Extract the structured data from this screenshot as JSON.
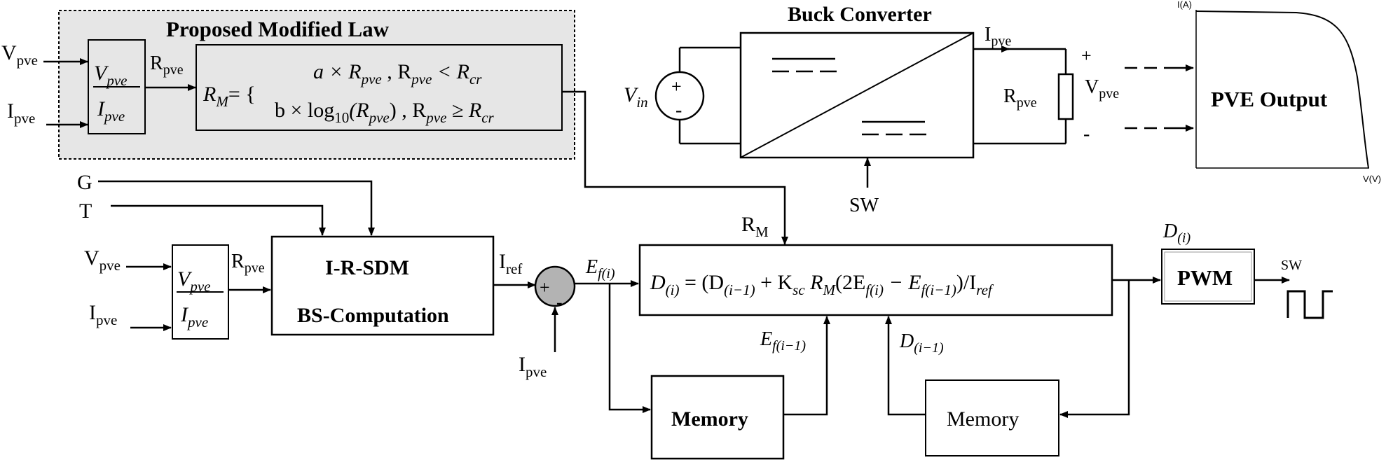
{
  "law_box": {
    "title": "Proposed Modified Law",
    "vpve_in": "V",
    "ipve_in": "I",
    "sub_pve": "pve",
    "frac_num": "V",
    "frac_den": "I",
    "rpve_label": "R",
    "eq_lhs_r": "R",
    "eq_lhs_sub": "M",
    "eq_equals": "= {",
    "case1_pre": "a × R",
    "case1_mid": " , R",
    "case1_lt": " < R",
    "case1_sub_cr": "cr",
    "case2_pre": "b × log",
    "case2_sub10": "10",
    "case2_arg_open": "(R",
    "case2_arg_close": ") , R",
    "case2_ge": " ≥ R"
  },
  "buck": {
    "title": "Buck Converter",
    "vin_v": "V",
    "vin_sub": "in",
    "plus": "+",
    "minus": "-",
    "ipve": "I",
    "ipve_sub": "pve",
    "rpve": "R",
    "rpve_sub": "pve",
    "vpve": "V",
    "vpve_sub": "pve",
    "out_plus": "+",
    "out_minus": "-",
    "sw": "SW"
  },
  "pve_chart": {
    "title": "PVE Output",
    "y_axis_label": "I(A)",
    "x_axis_label": "V(V)"
  },
  "lower": {
    "g": "G",
    "t": "T",
    "vpve": "V",
    "ipve": "I",
    "sub_pve": "pve",
    "frac_num": "V",
    "frac_den": "I",
    "rpve": "R",
    "sdm_line1": "I-R-SDM",
    "sdm_line2": "BS-Computation",
    "iref": "I",
    "iref_sub": "ref",
    "sum_plus": "+",
    "sum_minus": "-",
    "ipve_fb": "I",
    "ef": "E",
    "ef_sub": "f(i)",
    "rm": "R",
    "rm_sub": "M",
    "duty_eq": {
      "d": "D",
      "sub_i": "(i)",
      "eq_open": " = (D",
      "sub_i1": "(i−1)",
      "plus_k": " + K",
      "sub_sc": "sc",
      "r": " R",
      "sub_m": "M",
      "mid": "(2E",
      "sub_fi": "f(i)",
      "minus_e": " − E",
      "sub_fi1": "f(i−1)",
      "close": ")/I",
      "sub_ref": "ref"
    },
    "ef_prev": "E",
    "ef_prev_sub": "f(i−1)",
    "d_prev": "D",
    "d_prev_sub": "(i−1)",
    "memory1": "Memory",
    "memory2": "Memory",
    "d_out": "D",
    "d_out_sub": "(i)",
    "pwm": "PWM",
    "sw_out": "SW"
  }
}
